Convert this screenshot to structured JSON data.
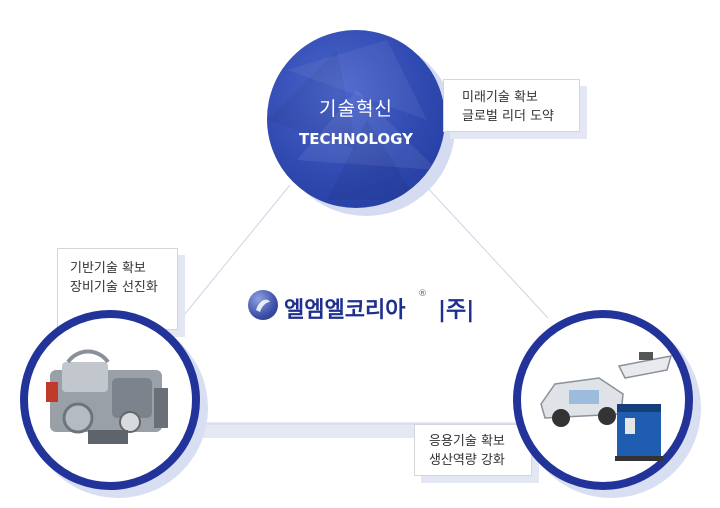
{
  "center": {
    "title": "기술혁신",
    "subtitle": "TECHNOLOGY"
  },
  "callouts": {
    "top": {
      "line1": "미래기술 확보",
      "line2": "글로벌 리더 도약"
    },
    "left": {
      "line1": "기반기술 확보",
      "line2": "장비기술 선진화"
    },
    "right": {
      "line1": "응용기술 확보",
      "line2": "생산역량 강화"
    }
  },
  "logo": {
    "name": "엘엠엘코리아",
    "registered": "®",
    "corp": "|주|"
  },
  "images": {
    "left": "engine-machinery-photo",
    "right": "car-boat-generator-photo"
  },
  "colors": {
    "primary": "#22349a",
    "shadow": "#d8dff2",
    "connector": "#c9cde0"
  }
}
